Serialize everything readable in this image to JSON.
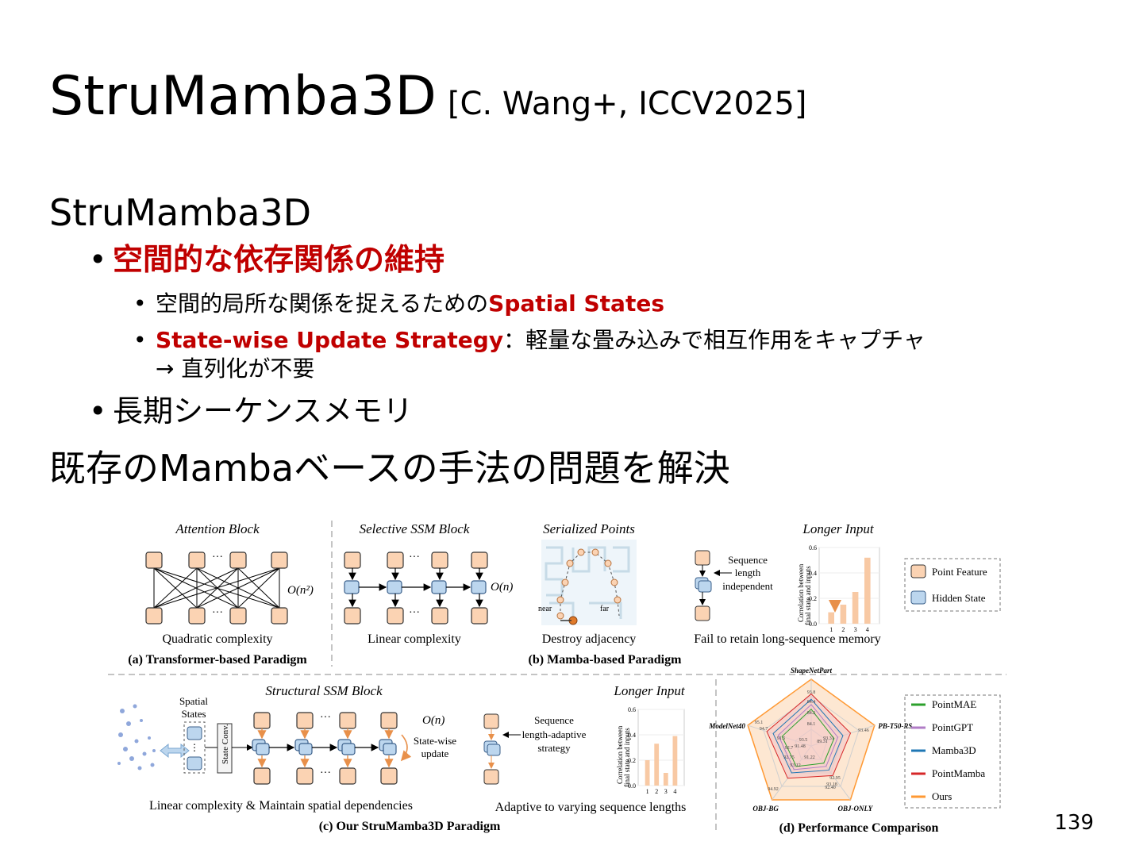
{
  "slide": {
    "title": "StruMamba3D",
    "citation": "[C. Wang+, ICCV2025]",
    "heading": "StruMamba3D",
    "bullet1": "空間的な依存関係の維持",
    "sub1": "空間的局所な関係を捉えるための",
    "sub1_highlight": "Spatial States",
    "sub2_highlight": "State-wise Update Strategy",
    "sub2_rest": "：軽量な畳み込みで相互作用をキャプチャ",
    "sub2_line2": "→ 直列化が不要",
    "bullet2": "長期シーケンスメモリ",
    "heading2": "既存のMambaベースの手法の問題を解決",
    "page_number": "139"
  },
  "figure": {
    "attention_block": "Attention Block",
    "selective_ssm": "Selective SSM Block",
    "serialized_points": "Serialized Points",
    "longer_input": "Longer Input",
    "on2": "O(n²)",
    "on": "O(n)",
    "seq_indep_1": "Sequence",
    "seq_indep_2": "length",
    "seq_indep_3": "independent",
    "legend_point_feature": "Point Feature",
    "legend_hidden_state": "Hidden State",
    "quadratic": "Quadratic complexity",
    "linear": "Linear complexity",
    "destroy": "Destroy adjacency",
    "fail_retain": "Fail to retain long-sequence memory",
    "cap_a": "(a) Transformer-based Paradigm",
    "cap_b": "(b) Mamba-based Paradigm",
    "near": "near",
    "far": "far",
    "corr_label_1": "Correlation between",
    "corr_label_2": "final state and inputs",
    "structural_ssm": "Structural SSM Block",
    "spatial_states_1": "Spatial",
    "spatial_states_2": "States",
    "state_conv": "State Conv.",
    "state_wise_1": "State-wise",
    "state_wise_2": "update",
    "seq_adapt_1": "Sequence",
    "seq_adapt_2": "length-adaptive",
    "seq_adapt_3": "strategy",
    "linear_maintain": "Linear complexity & Maintain spatial dependencies",
    "adaptive": "Adaptive to varying sequence lengths",
    "cap_c": "(c) Our StruMamba3D Paradigm",
    "cap_d": "(d) Performance Comparison",
    "radar_axes": [
      "ShapeNetPart",
      "PB-T50-RS",
      "OBJ-ONLY",
      "OBJ-BG",
      "ModelNet40"
    ],
    "radar_legend": [
      "PointMAE",
      "PointGPT",
      "Mamba3D",
      "PointMamba",
      "Ours"
    ],
    "radar_colors": [
      "#2ca02c",
      "#b07cc6",
      "#1f77b4",
      "#d62728",
      "#ff9933"
    ],
    "radar_values": [
      "93.8",
      "84.4",
      "84.2",
      "84.1",
      "93.5",
      "93.31",
      "93.46",
      "92.95",
      "92.40",
      "93.18",
      "93.12",
      "92.75",
      "94.7",
      "95.1",
      "91.5",
      "92.7",
      "91.48",
      "91.22",
      "89.31",
      "94.92"
    ],
    "legend_colors": {
      "point_feature": "#fbd3b3",
      "hidden_state": "#bcd6ee",
      "orange": "#e8904a",
      "blue_edge": "#3a5f8a"
    }
  },
  "chart_data": [
    {
      "type": "bar",
      "title": "Longer Input",
      "categories": [
        "1",
        "2",
        "3",
        "4"
      ],
      "values": [
        0.09,
        0.15,
        0.25,
        0.52
      ],
      "ylabel": "Correlation between final state and inputs",
      "ylim": [
        0,
        0.6
      ],
      "yticks": [
        "0.0",
        "0.2",
        "0.4",
        "0.6"
      ]
    },
    {
      "type": "bar",
      "title": "Longer Input",
      "categories": [
        "1",
        "2",
        "3",
        "4"
      ],
      "values": [
        0.2,
        0.33,
        0.1,
        0.39
      ],
      "ylabel": "Correlation between final state and inputs",
      "ylim": [
        0,
        0.6
      ],
      "yticks": [
        "0.0",
        "0.2",
        "0.4",
        "0.6"
      ]
    }
  ]
}
